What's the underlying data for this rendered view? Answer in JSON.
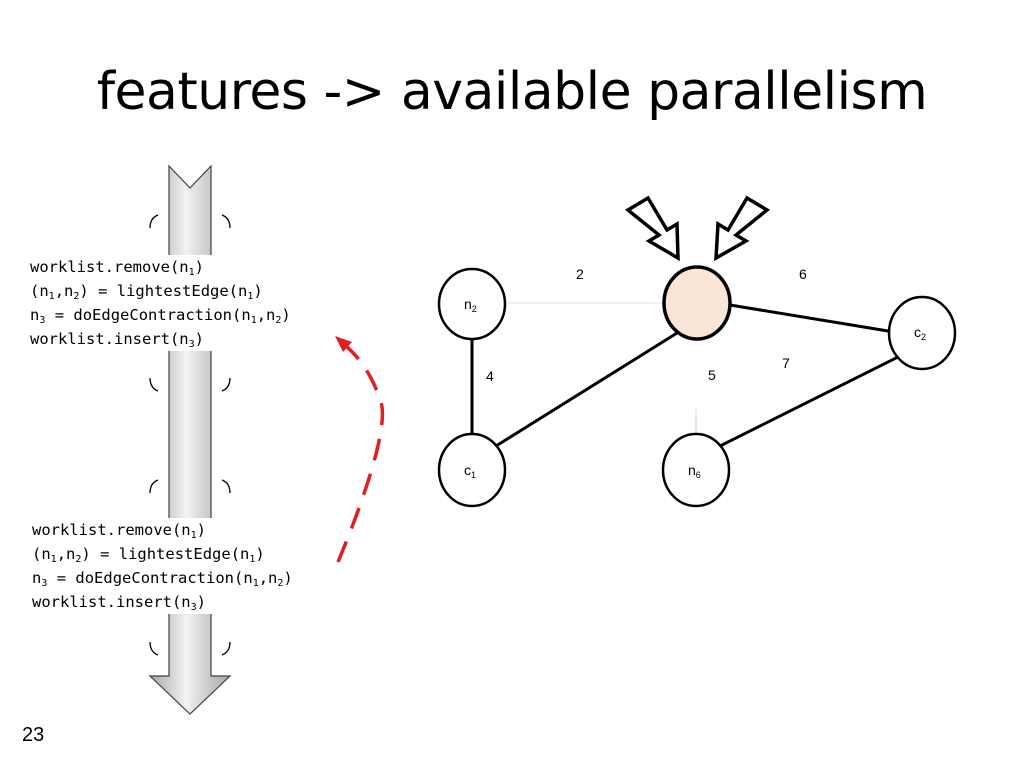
{
  "title": "features -> available parallelism",
  "slide_number": "23",
  "colors": {
    "highlight_node_fill": "#fbe5d6",
    "dependency_arrow": "#e02020",
    "timeline_gray": "#d9d9d9"
  },
  "code_top": {
    "line1": {
      "a": "worklist.remove(n",
      "s1": "1",
      "b": ")"
    },
    "line2": {
      "a": "(n",
      "s1": "1",
      "b": ",n",
      "s2": "2",
      "c": ") = lightestEdge(n",
      "s3": "1",
      "d": ")"
    },
    "line3": {
      "a": "n",
      "s1": "3",
      "b": " = doEdgeContraction(n",
      "s2": "1",
      "c": ",n",
      "s3": "2",
      "d": ")"
    },
    "line4": {
      "a": "worklist.insert(n",
      "s1": "3",
      "b": ")"
    }
  },
  "code_bottom": {
    "line1": {
      "a": "worklist.remove(n",
      "s1": "1",
      "b": ")"
    },
    "line2": {
      "a": "(n",
      "s1": "1",
      "b": ",n",
      "s2": "2",
      "c": ") = lightestEdge(n",
      "s3": "1",
      "d": ")"
    },
    "line3": {
      "a": "n",
      "s1": "3",
      "b": " = doEdgeContraction(n",
      "s2": "1",
      "c": ",n",
      "s3": "2",
      "d": ")"
    },
    "line4": {
      "a": "worklist.insert(n",
      "s1": "3",
      "b": ")"
    }
  },
  "graph": {
    "nodes": {
      "n2": {
        "base": "n",
        "sub": "2"
      },
      "c1": {
        "base": "c",
        "sub": "1"
      },
      "c2": {
        "base": "c",
        "sub": "2"
      },
      "n6": {
        "base": "n",
        "sub": "6"
      }
    },
    "edge_weights": {
      "n2_center": "2",
      "center_c2": "6",
      "n2_c1": "4",
      "center_n6": "5",
      "c2_n6": "7"
    }
  }
}
